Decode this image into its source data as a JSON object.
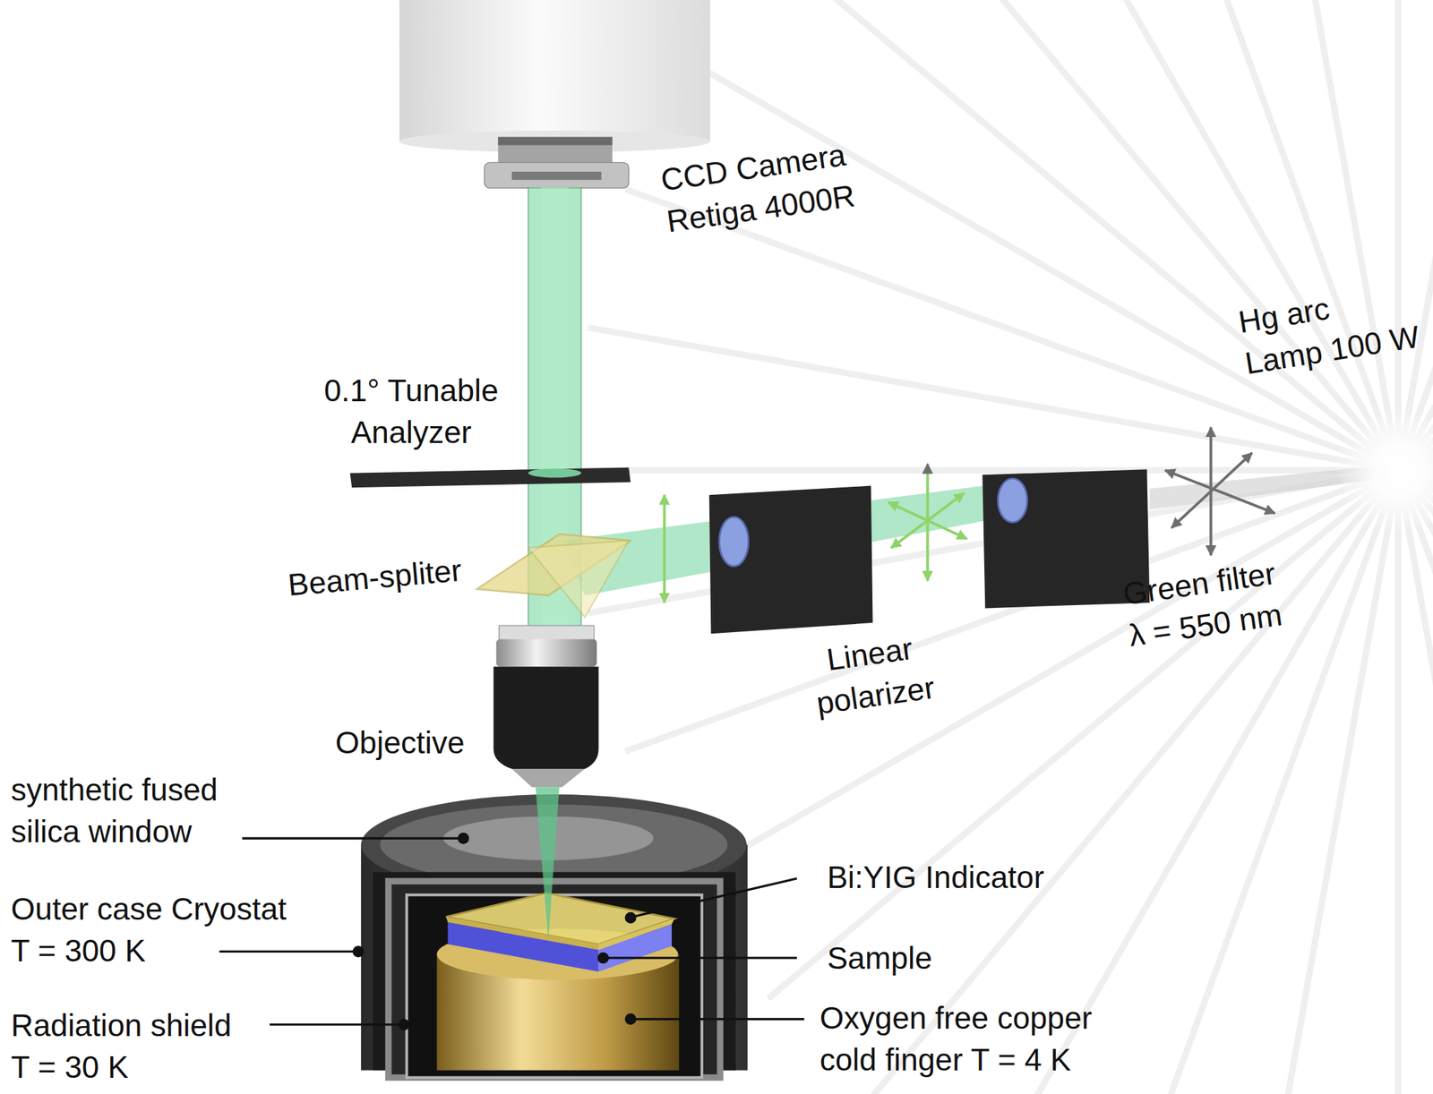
{
  "diagram": {
    "labels": [
      "CCD Camera Retiga 4000R",
      "0.1° Tunable Analyzer",
      "Hg arc Lamp 100 W",
      "Beam-spliter",
      "Linear polarizer",
      "Green filter λ = 550 nm",
      "Objective",
      "synthetic fused silica window",
      "Outer case Cryostat T = 300 K",
      "Radiation shield T = 30 K",
      "Bi:YIG Indicator",
      "Sample",
      "Oxygen free copper cold finger T = 4 K"
    ]
  }
}
